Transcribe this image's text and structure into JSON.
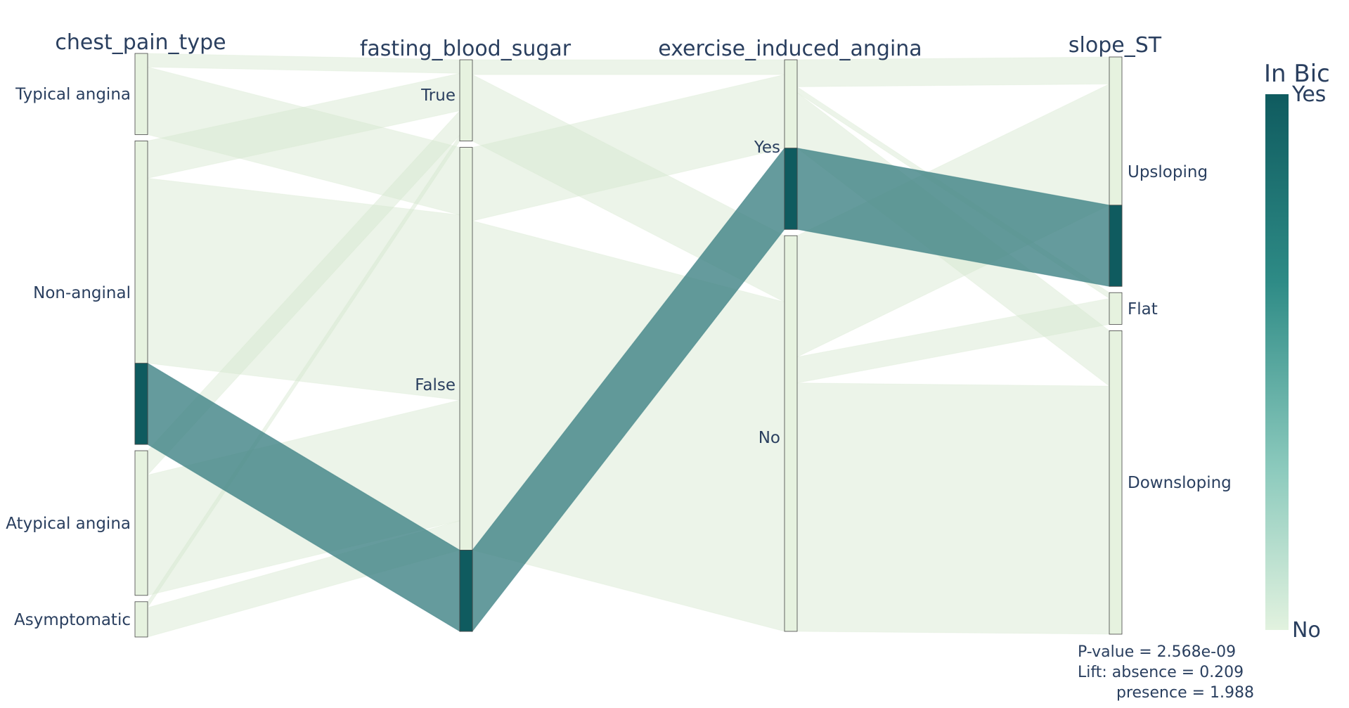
{
  "chart_data": {
    "type": "parallel_categories",
    "dimensions": [
      {
        "name": "chest_pain_type",
        "categories": [
          {
            "label": "Typical angina",
            "count": 23,
            "highlight": 0
          },
          {
            "label": "Non-anginal",
            "count": 86,
            "highlight": 23
          },
          {
            "label": "Atypical angina",
            "count": 41,
            "highlight": 0
          },
          {
            "label": "Asymptomatic",
            "count": 10,
            "highlight": 0
          }
        ]
      },
      {
        "name": "fasting_blood_sugar",
        "categories": [
          {
            "label": "True",
            "count": 23,
            "highlight": 0
          },
          {
            "label": "False",
            "count": 137,
            "highlight": 23
          }
        ]
      },
      {
        "name": "exercise_induced_angina",
        "categories": [
          {
            "label": "Yes",
            "count": 48,
            "highlight": 23
          },
          {
            "label": "No",
            "count": 112,
            "highlight": 0
          }
        ]
      },
      {
        "name": "slope_ST",
        "categories": [
          {
            "label": "Upsloping",
            "count": 65,
            "highlight": 23
          },
          {
            "label": "Flat",
            "count": 9,
            "highlight": 0
          },
          {
            "label": "Downsloping",
            "count": 86,
            "highlight": 0
          }
        ]
      }
    ],
    "highlight_path": [
      "Non-anginal",
      "False",
      "Yes",
      "Upsloping"
    ],
    "colorbar": {
      "title": "In Bic",
      "max_label": "Yes",
      "min_label": "No",
      "colors": [
        "#0f5b5f",
        "#2e8b86",
        "#7fc4b8",
        "#dcefdc"
      ]
    },
    "colors": {
      "highlight_band": "#3f8285",
      "background_band": "#d5e7cf",
      "bar_fill": "#e6f2df",
      "bar_highlight": "#0f5b5f"
    }
  },
  "annotations": {
    "pvalue": "P-value = 2.568e-09",
    "lift_absence": "Lift: absence = 0.209",
    "lift_presence": "presence = 1.988"
  }
}
